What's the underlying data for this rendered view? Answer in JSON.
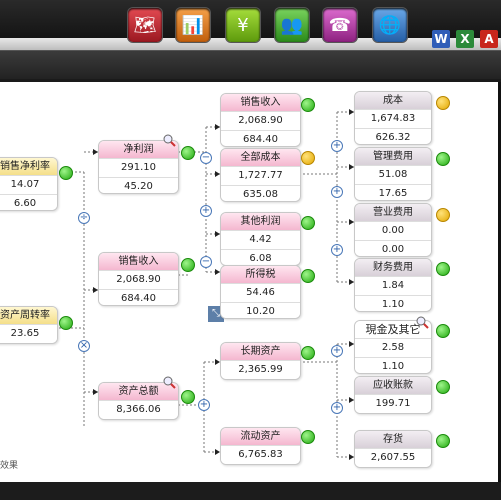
{
  "toolbar": {
    "icons": [
      {
        "name": "world-map-icon",
        "color": "#c0262f",
        "glyph": "🗺"
      },
      {
        "name": "bar-chart-icon",
        "color": "#e07b1a",
        "glyph": "📊"
      },
      {
        "name": "yen-icon",
        "color": "#7dbb19",
        "glyph": "¥"
      },
      {
        "name": "people-icon",
        "color": "#3ea82a",
        "glyph": "👥"
      },
      {
        "name": "telephone-icon",
        "color": "#b43aa6",
        "glyph": "☎"
      },
      {
        "name": "globe-icon",
        "color": "#3a7bc8",
        "glyph": "🌐"
      }
    ],
    "tools": [
      {
        "name": "word-icon",
        "glyph": "W"
      },
      {
        "name": "excel-icon",
        "glyph": "X"
      },
      {
        "name": "pdf-icon",
        "glyph": "A"
      }
    ]
  },
  "nodes": {
    "net_margin": {
      "title": "销售净利率",
      "v1": "14.07",
      "v2": "6.60"
    },
    "asset_turnover": {
      "title": "资产周转率",
      "v1": "23.65"
    },
    "net_profit": {
      "title": "净利润",
      "v1": "291.10",
      "v2": "45.20"
    },
    "sales_revenue_left": {
      "title": "销售收入",
      "v1": "2,068.90",
      "v2": "684.40"
    },
    "total_assets": {
      "title": "资产总额",
      "v1": "8,366.06"
    },
    "sales_revenue_right": {
      "title": "销售收入",
      "v1": "2,068.90",
      "v2": "684.40"
    },
    "total_cost": {
      "title": "全部成本",
      "v1": "1,727.77",
      "v2": "635.08"
    },
    "other_profit": {
      "title": "其他利润",
      "v1": "4.42",
      "v2": "6.08"
    },
    "income_tax": {
      "title": "所得税",
      "v1": "54.46",
      "v2": "10.20"
    },
    "long_term_assets": {
      "title": "长期资产",
      "v1": "2,365.99"
    },
    "current_assets": {
      "title": "流动资产",
      "v1": "6,765.83"
    },
    "cost": {
      "title": "成本",
      "v1": "1,674.83",
      "v2": "626.32"
    },
    "admin_expense": {
      "title": "管理费用",
      "v1": "51.08",
      "v2": "17.65"
    },
    "operating_expense": {
      "title": "营业费用",
      "v1": "0.00",
      "v2": "0.00"
    },
    "financial_expense": {
      "title": "财务费用",
      "v1": "1.84",
      "v2": "1.10"
    },
    "cash_other": {
      "title": "現金及其它",
      "v1": "2.58",
      "v2": "1.10"
    },
    "receivables": {
      "title": "应收账款",
      "v1": "199.71"
    },
    "inventory": {
      "title": "存货",
      "v1": "2,607.55"
    }
  },
  "footer": {
    "text": "效果"
  },
  "colors": {
    "green": "#22a90f",
    "amber": "#e3a800",
    "pink_header": "#f4b7cf",
    "gray_header": "#d8d0d8",
    "yellow_header": "#f4df8a"
  }
}
